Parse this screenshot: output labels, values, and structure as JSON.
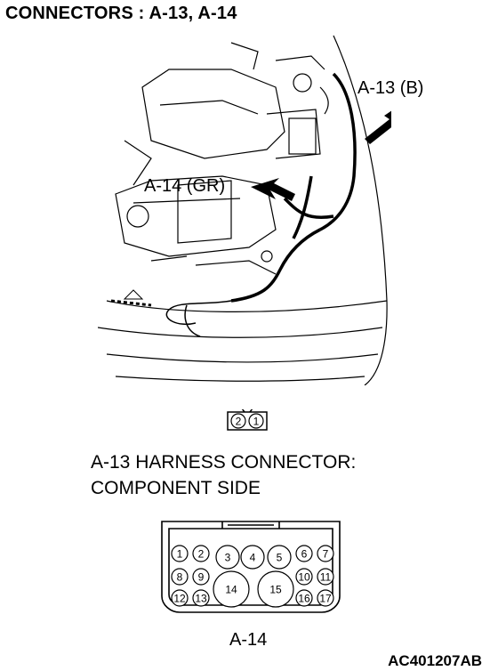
{
  "title": "CONNECTORS : A-13, A-14",
  "callouts": {
    "a13": "A-13 (B)",
    "a14": "A-14 (GR)"
  },
  "a13_connector": {
    "pins": [
      "2",
      "1"
    ]
  },
  "a13_description": {
    "line1": "A-13 HARNESS CONNECTOR:",
    "line2": "COMPONENT SIDE"
  },
  "a14_connector": {
    "pins": [
      "1",
      "2",
      "3",
      "4",
      "5",
      "6",
      "7",
      "8",
      "9",
      "10",
      "11",
      "12",
      "13",
      "14",
      "15",
      "16",
      "17"
    ],
    "label": "A-14"
  },
  "figure_code": "AC401207AB"
}
